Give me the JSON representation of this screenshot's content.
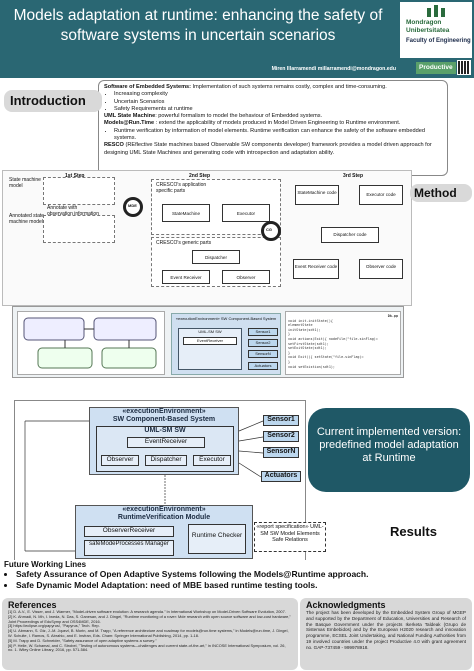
{
  "header": {
    "title": "Models adaptation at runtime: enhancing the safety of software systems in uncertain scenarios",
    "author": "Miren Illarramendi millarramendi@mondragon.edu",
    "logo_name": "Mondragon Unibertsitatea",
    "logo_faculty": "Faculty of Engineering",
    "badge": "Productive",
    "logo_color": "#2a6b3d",
    "header_color": "#2a6773"
  },
  "intro": {
    "heading": "Introduction",
    "soe_label": "Software of Embedded Systems:",
    "soe_text": " Implementation of such systems remains costly, complex and time-consuming.",
    "bullets": [
      "Increasing complexity",
      "Uncertain Scenarios",
      "Safety Requirements at runtime"
    ],
    "uml_label": "UML State Machine",
    "uml_text": ": powerful formalism to model the behaviour of Embedded systems.",
    "mrt_label": "Models@Run.Time",
    "mrt_text": " : extend the applicability of  models produced in Model Driven Engineering to Runtime environment.",
    "mrt_bullet": "Runtime verification by information of model elements. Runtime verification can enhance the safety of the software embedded systems.",
    "resco_label": "RESCO",
    "resco_text": " (REflective State machines based Observable SW components developer) framework provides a model driven approach for designing UML State Machines and generating code with introspection and adaptation ability."
  },
  "method": {
    "heading": "Method",
    "step1": "1st Step",
    "step2": "2nd Step",
    "step3": "3rd Step",
    "state_machine_model": "State machine model",
    "annotate": "Annotate with observation information",
    "annotated": "Annotated state machine model",
    "cresco_specific": "CRESCO's application specific parts",
    "state_machine": "StateMachine",
    "executor": "Executor",
    "cresco_generic": "CRESCO's generic parts",
    "dispatcher": "Dispatcher",
    "event_receiver": "Event Receiver",
    "observer": "Observer",
    "sm_code": "StateMachine code",
    "exec_code": "Executor code",
    "disp_code": "Dispatcher code",
    "recv_code": "Event Receiver code",
    "obs_code": "Observer code",
    "gear1": "MDE",
    "gear2": "CG"
  },
  "strip": {
    "model_title": "«executionEnvironment» SW Component-Based System",
    "uml_sm": "UML-SM SW",
    "event_receiver": "EventReceiver",
    "code_title": "Dk.pp",
    "code_lines": [
      "void init-initState(){",
      "  elementState",
      "  initState(sdt1);",
      "  }",
      "void actions(Exit){  nodeFile(\"file-sinFlag)=",
      "  setFirstState(sdt1);",
      "  setExitState(sdt1);",
      "  }",
      "void Exit(){  setState(\"file-sinFlag)=",
      "  }",
      "void setExistion(sdt1);"
    ],
    "sensors": [
      "Sensor1",
      "Sensor2",
      "SensorN",
      "Actuators"
    ]
  },
  "results": {
    "env_title": "«executionEnvironment»",
    "swcbs": "SW Component-Based System",
    "uml_sm": "UML-SM SW",
    "event_receiver": "EventReceiver",
    "observer": "Observer",
    "dispatcher": "Dispatcher",
    "executor": "Executor",
    "sensors": [
      "Sensor1",
      "Sensor2",
      "SensorN",
      "Actuators"
    ],
    "rv_env": "«executionEnvironment»",
    "rv_title": "RuntimeVerification Module",
    "observer_receiver": "ObserverReceiver",
    "safe_mode": "safeModeProcesses Manager",
    "runtime_checker": "Runtime Checker",
    "report": "«report specification» UML-SM SW Model Elements Safe Relations",
    "callout": "Current implemented version: predefined model adaptation at Runtime",
    "heading": "Results",
    "box_color": "#cfe0f2",
    "callout_color": "#1f5866"
  },
  "future": {
    "title": "Future Working Lines",
    "items": [
      "Safety Assurance of Open Adaptive Systems following the Models@Runtime approach.",
      "Safe Dynamic Model Adaptation: need of MBE based runtime testing tools."
    ]
  },
  "references": {
    "title": "References",
    "items": [
      "[1] D. A.V., E. Visser, and J. Warmer, \"Model-driven software evolution: A research agenda.\" In International Workshop on Model-Driven Software Evolution, 2007.",
      "[2] K. Ahmadi, N. Mh, I. Iweda, N. Das, S. Ganesan, and J. Dingel, \"Runtime monitoring of a rover: Mde research with open source software and low-cost hardware,\" Joint Proceedings of EduSymp and OSS4MDE, 2016.",
      "[3] https://eclipse.org/papyrus/, \"Papyrus,\" Tech. Rep.",
      "[4] U. Abmann, S. Gtz, J.-M. Jquezl, B. Morin, and M. Trapp, \"A reference architecture and roadmap for models@run.time systems,\" in Models@run.time, J. Dingel, W. Schulte, I. Ramos, S. Abrahio, and E. Insfran, Eds. Cham: Springer International Publishing, 2014, pp. 1-18.",
      "[5] M. Trapp and D. Schneider, \"Safety assurance of open adaptive systems a survey.\"",
      "[6] P. Helle, W. Schamai, and C. Strobel, \"Testing of autonomous systems—challenges and current state-of-the-art,\" in INCOSE International Symposium, vol. 26, no. 1. Wiley Online Library, 2016, pp. 571-584."
    ]
  },
  "ack": {
    "title": "Acknowledgments",
    "text": "The project has been developed by the Embedded System Group of MGEP and supported by the Department of Education, Universities and Research of the Basque Government under the projects Ikerketa Taldeak (Grupo de Sistemas Embebidos) and by the European H2020 research and innovation programme, ECSEL Joint Undertaking, and National Funding Authorities from 19 involved countries under the project Productive 4.0 with grant agreement no. GAP-737459 - 999978918."
  }
}
